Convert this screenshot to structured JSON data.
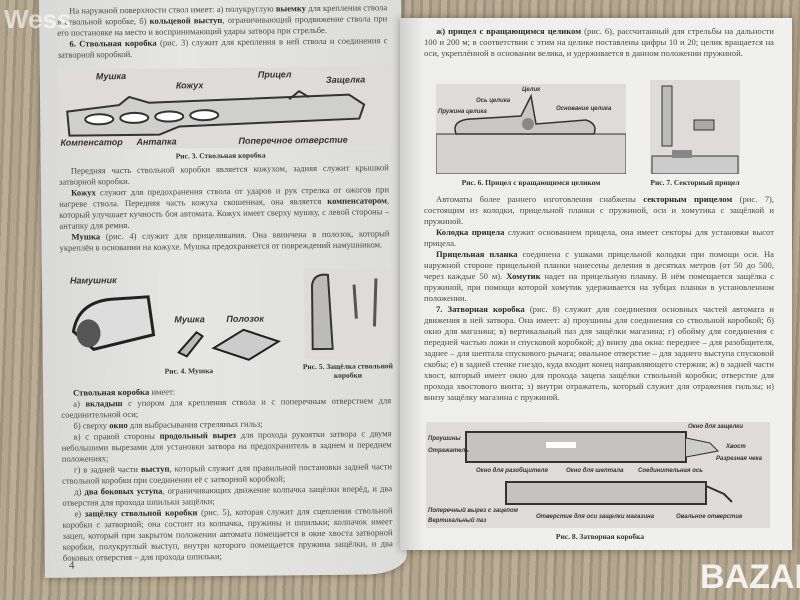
{
  "watermark_top": "Wess",
  "watermark_bottom": "BAZAR",
  "left_page": {
    "p1_pre": "На наружной поверхности ствол имеет: а) полукруглую ",
    "p1_b1": "выемку",
    "p1_mid": " для крепления ствола в ствольной коробке, б) ",
    "p1_b2": "кольцевой выступ",
    "p1_post": ", ограничивающий продвижение ствола при его постановке на место и воспринимающий удары затвора при стрельбе.",
    "p2_b": "6. Ствольная коробка",
    "p2_post": " (рис. 3) служит для крепления в ней ствола и соединения с затворной коробкой.",
    "fig3": {
      "labels": [
        "Мушка",
        "Кожух",
        "Прицел",
        "Защелка",
        "Компенсатор",
        "Антапка",
        "Поперечное отверстие"
      ],
      "caption": "Рис. 3. Ствольная коробка"
    },
    "p3": "Передняя часть ствольной коробки является кожухом, задняя служит крышкой затворной коробки.",
    "p4_b1": "Кожух",
    "p4_mid": " служит для предохранения ствола от ударов и рук стрелка от ожогов при нагреве ствола. Передняя часть кожуха скошенная, она является ",
    "p4_b2": "компенсатором",
    "p4_post": ", который улучшает кучность боя автомата. Кожух имеет сверху мушку, с левой стороны – антапку для ремня.",
    "p5_b": "Мушка",
    "p5_post": " (рис. 4) служит для прицеливания. Она ввинчена в полозок, который укреплён в основании на кожухе. Мушка предохраняется от повреждений намушником.",
    "fig4": {
      "labels": [
        "Намушник",
        "Мушка",
        "Полозок"
      ],
      "caption": "Рис. 4. Мушка"
    },
    "fig5": {
      "caption": "Рис. 5. Защёлка ствольной коробки"
    },
    "list_head_b": "Ствольная коробка",
    "list_head_post": " имеет:",
    "items": [
      {
        "pre": "а) ",
        "b": "вкладыш",
        "post": " с упором для крепления ствола и с поперечным отверстием для соединительной оси;"
      },
      {
        "pre": "б) сверху ",
        "b": "окно",
        "post": " для выбрасывания стреляных гильз;"
      },
      {
        "pre": "в) с правой стороны ",
        "b": "продольный вырез",
        "post": " для прохода рукоятки затвора с двумя небольшими вырезами для установки затвора на предохранитель в заднем и переднем положениях;"
      },
      {
        "pre": "г) в задней части ",
        "b": "выступ",
        "post": ", который служит для правильной постановки задней части ствольной коробки при соединении её с затворной коробкой;"
      },
      {
        "pre": "д) ",
        "b": "два боковых уступа",
        "post": ", ограничивающих движение колпачка защёлки вперёд, и два отверстия для прохода шпильки защёлки;"
      },
      {
        "pre": "е) ",
        "b": "защёлку ствольной коробки",
        "post": " (рис. 5), которая служит для сцепления ствольной коробки с затворной; она состоит из колпачка, пружины и шпильки; колпачок имеет зацеп, который при закрытом положении автомата помещается в окне хвоста затворной коробки, полукруглый выступ, внутри которого помещается пружина защёлки, и два боковых отверстия – для прохода шпильки;"
      }
    ],
    "page_number": "4"
  },
  "right_page": {
    "p1_b": "ж) прицел с вращающимся целиком",
    "p1_post": " (рис. 6), рассчитанный для стрельбы на дальности 100 и 200 м; в соответствии с этим на целике поставлены цифры 10 и 20; целик вращается на оси, укреплённой в основании велика, и удерживается в данном положении пружиной.",
    "fig6": {
      "labels": [
        "Целик",
        "Ось целика",
        "Пружина целика",
        "Основание целика"
      ],
      "caption": "Рис. 6. Прицел с вращающимся целиком"
    },
    "fig7": {
      "caption": "Рис. 7. Секторный прицел"
    },
    "p2_pre": "Автоматы более раннего изготовления снабжены ",
    "p2_b": "секторным прицелом",
    "p2_post": " (рис. 7), состоящим из колодки, прицельной планки с пружиной, оси и хомутика с защёлкой и пружиной.",
    "p3_b": "Колодка прицела",
    "p3_post": " служит основанием прицела, она имеет секторы для установки высот прицела.",
    "p4_b1": "Прицельная планка",
    "p4_mid": " соединена с ушками прицельной колодки при помощи оси. На наружной стороне прицельной планки нанесены деления в десятках метров (от 50 до 500, через каждые 50 м). ",
    "p4_b2": "Хомутик",
    "p4_post": " надет на прицельную планку. В нём помещается защёлка с пружиной, при помощи которой хомутик удерживается на зубцах планки в установленном положении.",
    "p5_b": "7. Затворная коробка",
    "p5_post": " (рис. 8) служит для соединения основных частей автомата и движения в ней затвора. Она имеет: а) проушины для соединения со ствольной коробкой; б) окно для магазина; в) вертикальный паз для защёлки магазина; г) обойму для соединения с передней частью ложи и спусковой коробкой; д) внизу два окна: переднее – для разобщителя, заднее – для шептала спускового рычага; овальное отверстие – для заднего выступа спусковой скобы; е) в задней стенке гнездо, куда входит конец направляющего стержня; ж) в задней части хвост, который имеет окно для прохода зацепа защёлки ствольной коробки; отверстие для прохода хвостового винта; з) внутри отражатель, который служит для отражения гильзы; и) внизу защёлку магазина с пружиной.",
    "fig8": {
      "labels": [
        "Окно для защелки",
        "Проушины",
        "Отражатель",
        "Хвост",
        "Разрезная чека",
        "Окно для разобщителя",
        "Окно для шептала",
        "Соединительная ось",
        "Поперечный вырез с зацепом",
        "Вертикальный паз",
        "Отверстие для оси защелки магазина",
        "Овальное отверстие"
      ],
      "caption": "Рис. 8. Затворная коробка"
    }
  }
}
